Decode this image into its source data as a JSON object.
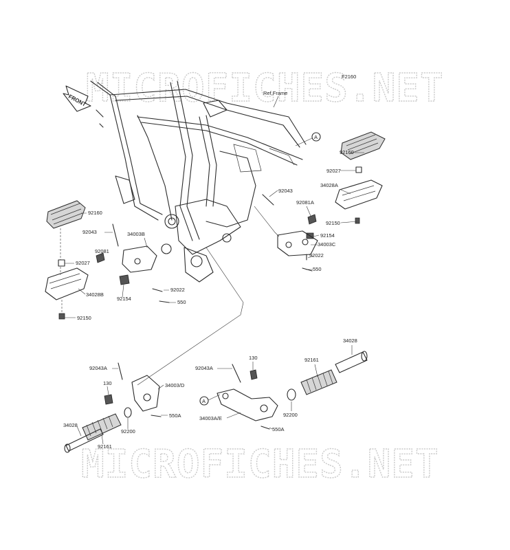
{
  "watermark": {
    "text": "MICROFICHES.NET"
  },
  "header": {
    "figure_code": "F2160",
    "ref_frame": "Ref.Frame"
  },
  "front_badge": {
    "text": "FRONT"
  },
  "circle_marker": {
    "text": "A"
  },
  "labels": {
    "p92160_right": "92160",
    "p92027_right": "92027",
    "p34028A": "34028A",
    "p92043_top": "92043",
    "p92081A": "92081A",
    "p92150_right": "92150",
    "p92154_right": "92154",
    "p34003C": "34003C",
    "p92022_right": "92022",
    "p550_right": "550",
    "p92160_left": "92160",
    "p92043_left": "92043",
    "p34003B": "34003B",
    "p92081": "92081",
    "p92027_left": "92027",
    "p34028B": "34028B",
    "p92154_left": "92154",
    "p92022_left": "92022",
    "p550_left": "550",
    "p92150_left": "92150",
    "p92043A_left": "92043A",
    "p130_left": "130",
    "p34003D": "34003/D",
    "p550A_left": "550A",
    "p92200_left": "92200",
    "p34028_left": "34028",
    "p92161_left": "92161",
    "p92043A_right": "92043A",
    "p130_right": "130",
    "p34003AE": "34003A/E",
    "p550A_right": "550A",
    "p92200_right": "92200",
    "p92161_right": "92161",
    "p34028_right": "34028"
  }
}
